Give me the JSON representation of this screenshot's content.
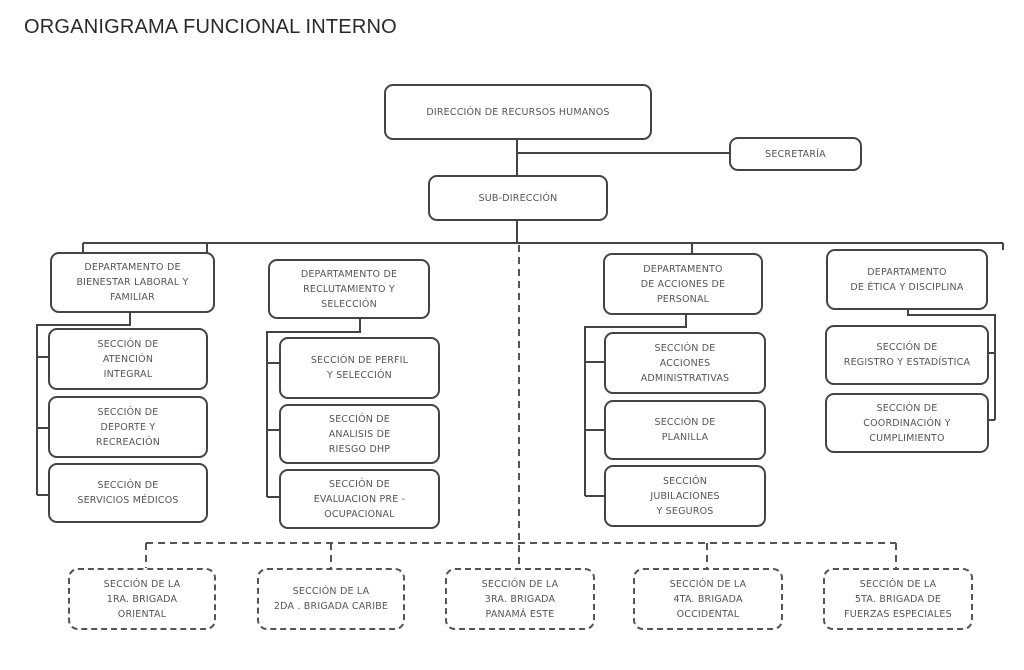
{
  "title": "ORGANIGRAMA FUNCIONAL INTERNO",
  "direccion": "DIRECCIÓN DE RECURSOS HUMANOS",
  "secretaria": "SECRETARÍA",
  "subdireccion": "SUB-DIRECCIÓN",
  "departamentos": [
    {
      "label": "DEPARTAMENTO DE\nBIENESTAR LABORAL Y\nFAMILIAR",
      "secciones": [
        "SECCIÓN DE\nATENCIÓN\nINTEGRAL",
        "SECCIÓN DE\nDEPORTE Y\nRECREACIÓN",
        "SECCIÓN DE\nSERVICIOS MÉDICOS"
      ]
    },
    {
      "label": "DEPARTAMENTO DE\nRECLUTAMIENTO Y\nSELECCIÓN",
      "secciones": [
        "SECCIÓN DE PERFIL\nY SELECCIÓN",
        "SECCIÓN DE\nANALISIS DE\nRIESGO DHP",
        "SECCIÓN DE\nEVALUACION PRE -\nOCUPACIONAL"
      ]
    },
    {
      "label": "DEPARTAMENTO\nDE ACCIONES DE\nPERSONAL",
      "secciones": [
        "SECCIÓN DE\nACCIONES\nADMINISTRATIVAS",
        "SECCIÓN DE\nPLANILLA",
        "SECCIÓN\nJUBILACIONES\nY SEGUROS"
      ]
    },
    {
      "label": "DEPARTAMENTO\nDE ÉTICA Y DISCIPLINA",
      "secciones": [
        "SECCIÓN DE\nREGISTRO Y ESTADÍSTICA",
        "SECCIÓN DE\nCOORDINACIÓN Y\nCUMPLIMIENTO"
      ]
    }
  ],
  "brigadas": [
    "SECCIÓN DE LA\n1RA. BRIGADA\nORIENTAL",
    "SECCIÓN DE LA\n2DA . BRIGADA CARIBE",
    "SECCIÓN DE LA\n3RA. BRIGADA\nPANAMÁ ESTE",
    "SECCIÓN DE LA\n4TA. BRIGADA\nOCCIDENTAL",
    "SECCIÓN DE LA\n5TA. BRIGADA DE\nFUERZAS ESPECIALES"
  ]
}
